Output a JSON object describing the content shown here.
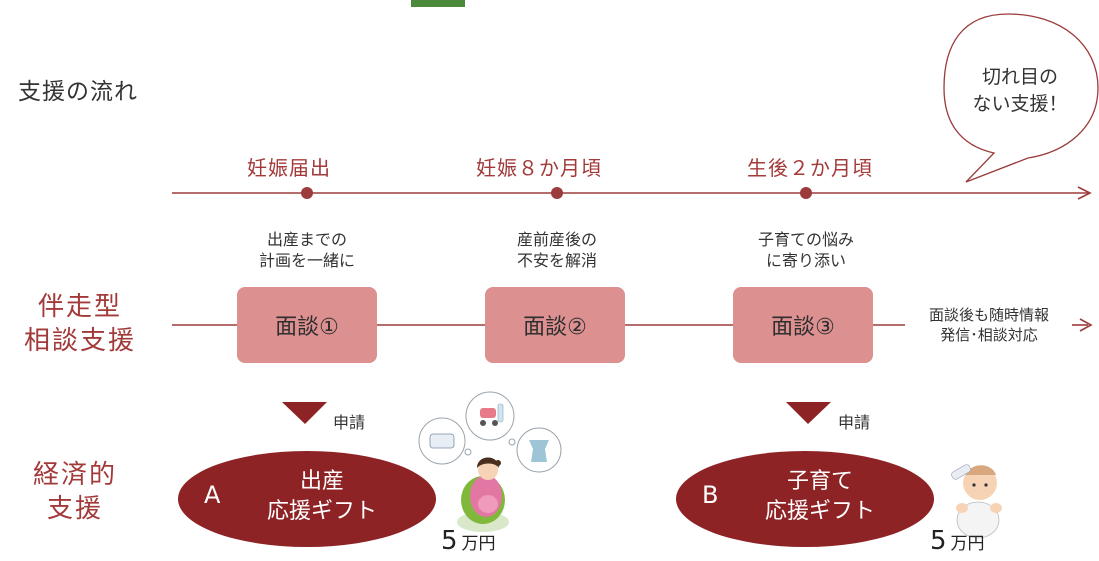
{
  "title": "支援の流れ",
  "bubble": {
    "line1": "切れ目の",
    "line2": "ない支援！"
  },
  "stages": [
    "妊娠届出",
    "妊娠８か月頃",
    "生後２か月頃"
  ],
  "descriptions": [
    {
      "line1": "出産までの",
      "line2": "計画を一緒に"
    },
    {
      "line1": "産前産後の",
      "line2": "不安を解消"
    },
    {
      "line1": "子育ての悩み",
      "line2": "に寄り添い"
    }
  ],
  "consult": {
    "row_label": {
      "line1": "伴走型",
      "line2": "相談支援"
    },
    "boxes": [
      "面談①",
      "面談②",
      "面談③"
    ],
    "after": {
      "line1": "面談後も随時情報",
      "line2": "発信･相談対応"
    }
  },
  "request_label": "申請",
  "economic": {
    "row_label": {
      "line1": "経済的",
      "line2": "支援"
    },
    "gifts": [
      {
        "letter": "A",
        "line1": "出産",
        "line2": "応援ギフト",
        "amount": "5",
        "unit": "万円"
      },
      {
        "letter": "B",
        "line1": "子育て",
        "line2": "応援ギフト",
        "amount": "5",
        "unit": "万円"
      }
    ]
  },
  "colors": {
    "accent": "#a33a3a",
    "box": "#dc9090",
    "gift": "#8e2326",
    "line": "#9b3b3b"
  }
}
